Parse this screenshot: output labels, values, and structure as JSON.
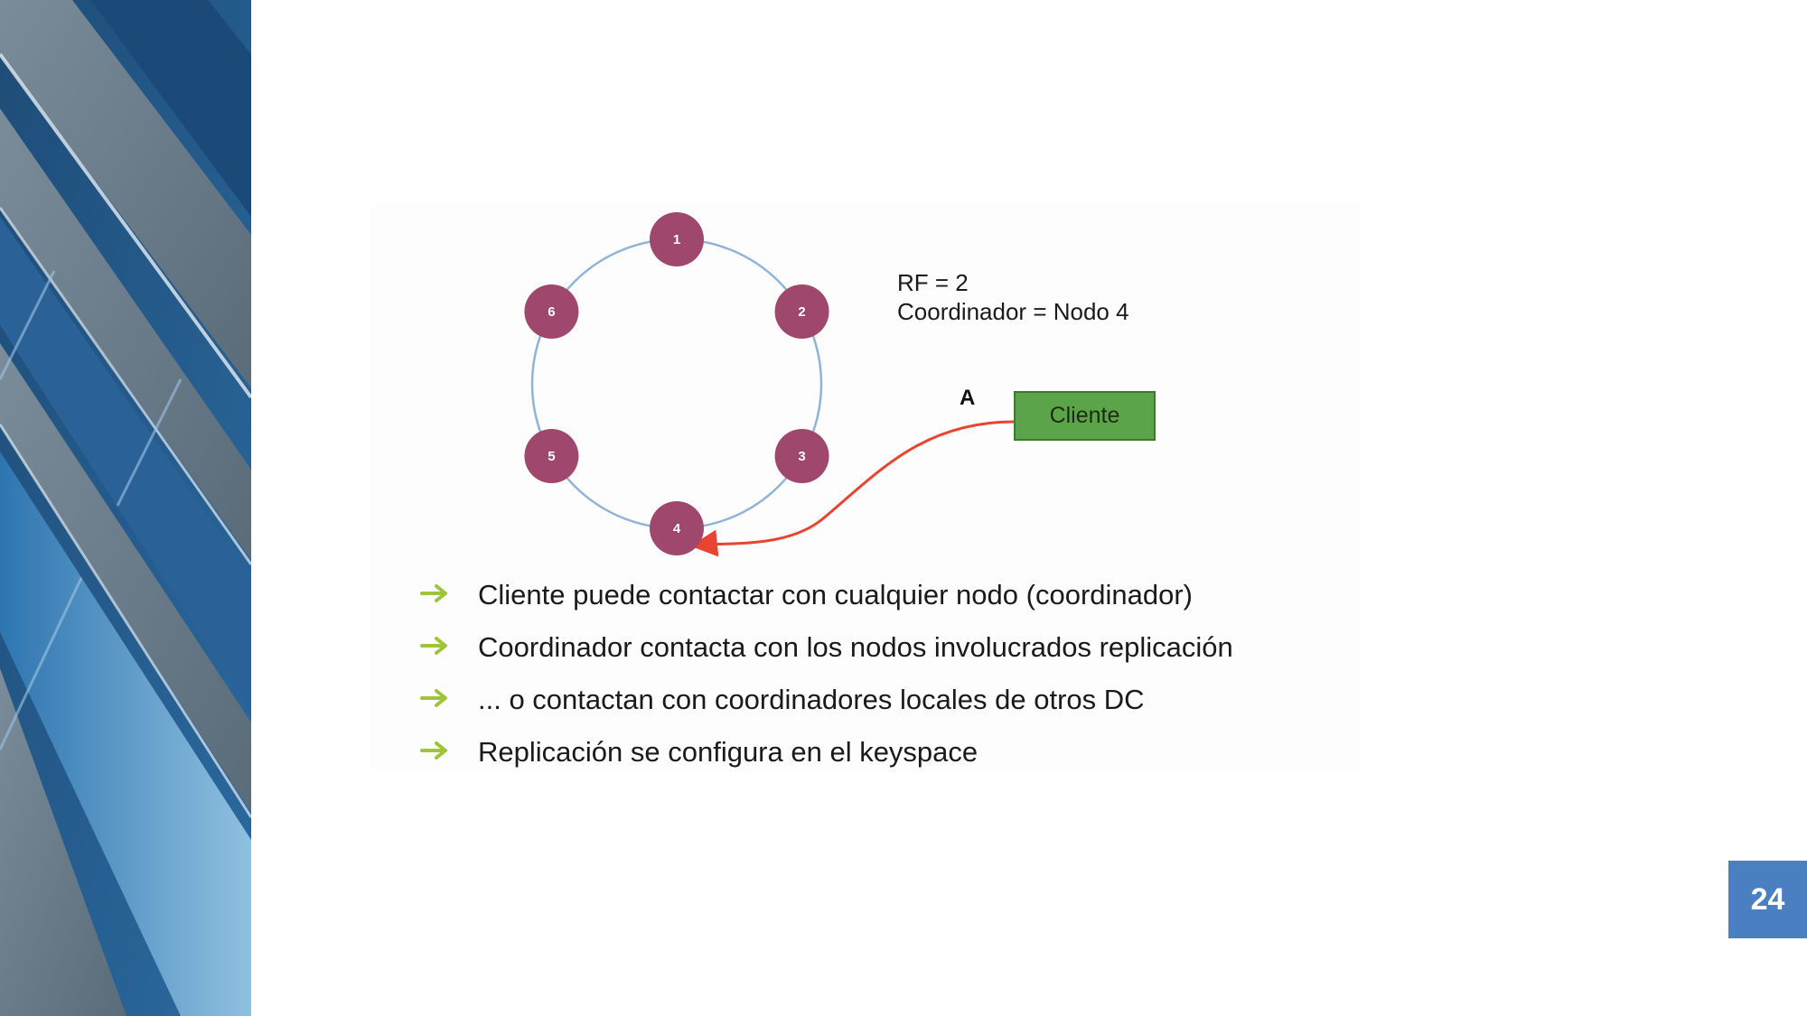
{
  "diagram": {
    "nodes": [
      "1",
      "2",
      "3",
      "4",
      "5",
      "6"
    ],
    "info_lines": [
      "RF = 2",
      "Coordinador = Nodo 4"
    ],
    "client_label": "Cliente",
    "arrow_label": "A"
  },
  "bullets": [
    "Cliente puede contactar con cualquier nodo (coordinador)",
    "Coordinador contacta con los nodos involucrados replicación",
    "... o contactan con coordinadores locales de otros DC",
    "Replicación se configura en el keyspace"
  ],
  "slide_number": "24",
  "colors": {
    "node_fill": "#a0476e",
    "ring": "#8fb4d8",
    "client_fill": "#5ca449",
    "arrow": "#e8442f",
    "bullet_arrow": "#9dc43a",
    "slide_number_bg": "#4a7fc1"
  },
  "icons": {
    "bullet": "right-arrow-icon"
  }
}
